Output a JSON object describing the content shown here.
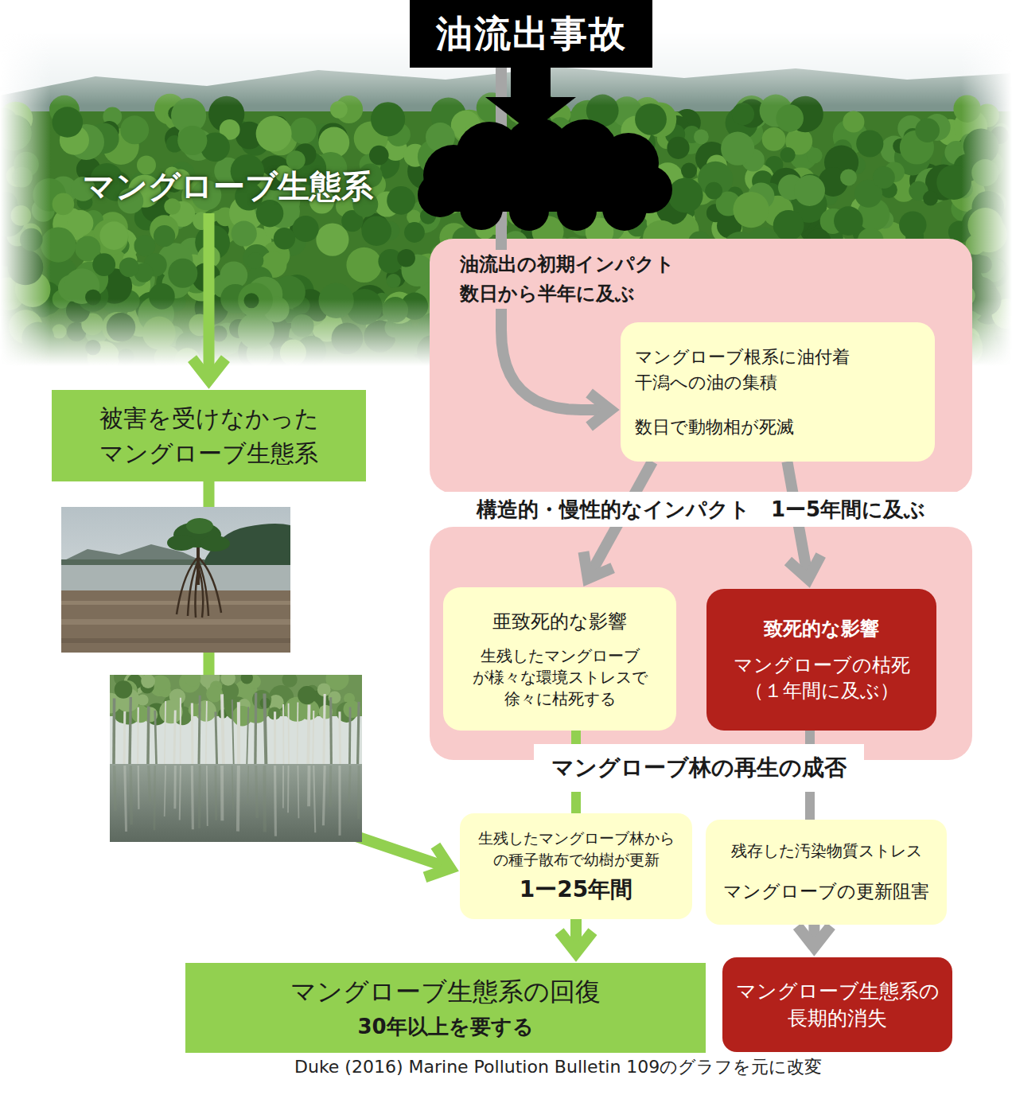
{
  "diagram": {
    "caption": "Duke (2016) Marine Pollution Bulletin 109のグラフを元に改変",
    "nodes": [
      {
        "text": [
          "油流出事故"
        ]
      },
      {
        "text": [
          "マングローブ生態系"
        ]
      },
      {
        "text": [
          "油流出の初期インパクト 数日から半年に及ぶ"
        ]
      },
      {
        "text": [
          "マングローブ根系に油付着 干潟への油の集積",
          "数日で動物相が死滅"
        ],
        "in": 2
      },
      {
        "text": [
          "被害を受けなかった マングローブ生態系"
        ]
      },
      {
        "text": [
          "構造的・慢性的なインパクト　1ー5年間に及ぶ"
        ]
      },
      {
        "text": [
          "亜致死的な影響",
          "生残したマングローブ が様々な環境ストレスで 徐々に枯死する"
        ],
        "in": 5
      },
      {
        "text": [
          "致死的な影響",
          "マングローブの枯死 （１年間に及ぶ）"
        ],
        "in": 5
      },
      {
        "text": [
          "生残したマングローブ林から の種子散布で幼樹が更新",
          "1ー25年間"
        ]
      },
      {
        "text": [
          "残存した汚染物質ストレス",
          "マングローブの更新阻害"
        ]
      },
      {
        "text": [
          "マングローブ生態系の回復",
          "30年以上を要する"
        ]
      },
      {
        "text": [
          "マングローブ生態系の 長期的消失"
        ]
      }
    ],
    "edges": [
      {
        "from": 0,
        "to": 3,
        "arrow": "to"
      },
      {
        "from": 1,
        "to": 4,
        "arrow": "to"
      },
      {
        "from": 3,
        "to": 6,
        "arrow": "to"
      },
      {
        "from": 3,
        "to": 7,
        "arrow": "to"
      },
      {
        "from": 6,
        "to": 8,
        "arrow": "none"
      },
      {
        "from": 4,
        "to": 8,
        "arrow": "to"
      },
      {
        "from": 7,
        "to": 9,
        "arrow": "none"
      },
      {
        "from": 8,
        "to": 10,
        "arrow": "to"
      },
      {
        "from": 9,
        "to": 11,
        "arrow": "to"
      }
    ],
    "labels": [
      "マングローブ林の再生の成否"
    ]
  }
}
